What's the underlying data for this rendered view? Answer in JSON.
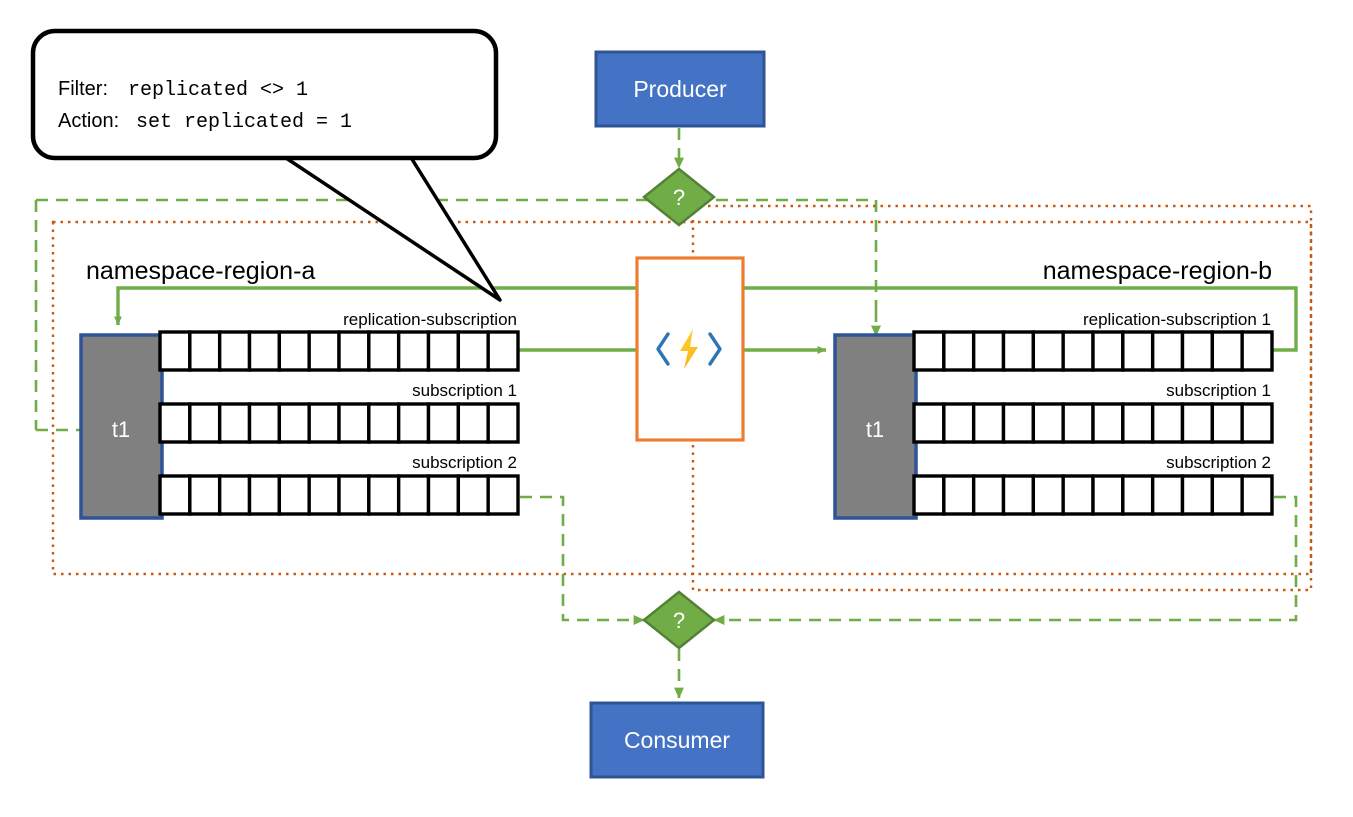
{
  "diagram": {
    "title": "Azure Service Bus cross-region replication topology",
    "colors": {
      "producer_fill": "#4472C4",
      "producer_stroke": "#2F5496",
      "consumer_fill": "#4472C4",
      "consumer_stroke": "#2F5496",
      "diamond_fill": "#70AD47",
      "diamond_stroke": "#548235",
      "topic_fill": "#808080",
      "topic_stroke": "#2F5496",
      "function_stroke": "#ED7D31",
      "function_fill": "#FFFFFF",
      "green_flow": "#70AD47",
      "boundary_green": "#70AD47",
      "boundary_orange": "#C55A11",
      "cell_stroke": "#000000",
      "callout_stroke": "#000000",
      "bolt_yellow": "#FFC000",
      "bracket_blue": "#2E75B6"
    }
  },
  "callout": {
    "name": "filter-action-callout",
    "line1_prefix": "Filter:",
    "line1_code": "replicated <> 1",
    "line2_prefix": "Action:",
    "line2_code": "set replicated = 1"
  },
  "producer": {
    "label": "Producer"
  },
  "consumer": {
    "label": "Consumer"
  },
  "decision_top": {
    "label": "?"
  },
  "decision_bottom": {
    "label": "?"
  },
  "function_app": {
    "icon": "azure-functions-icon",
    "label": ""
  },
  "regions": [
    {
      "id": "region-a",
      "title": "namespace-region-a",
      "topic": "t1",
      "subscriptions": [
        {
          "label": "replication-subscription",
          "cells": 12
        },
        {
          "label": "subscription 1",
          "cells": 12
        },
        {
          "label": "subscription 2",
          "cells": 12
        }
      ]
    },
    {
      "id": "region-b",
      "title": "namespace-region-b",
      "topic": "t1",
      "subscriptions": [
        {
          "label": "replication-subscription 1",
          "cells": 12
        },
        {
          "label": "subscription 1",
          "cells": 12
        },
        {
          "label": "subscription 2",
          "cells": 12
        }
      ]
    }
  ]
}
